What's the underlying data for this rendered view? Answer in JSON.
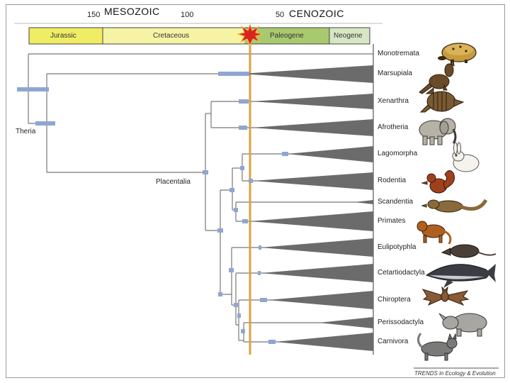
{
  "eras": [
    {
      "label": "MESOZOIC"
    },
    {
      "label": "CENOZOIC"
    }
  ],
  "ticks": [
    {
      "label": "150",
      "ma": 150
    },
    {
      "label": "100",
      "ma": 100
    },
    {
      "label": "50",
      "ma": 50
    }
  ],
  "periods": [
    {
      "label": "Jurassic",
      "color": "#f0ec64"
    },
    {
      "label": "Cretaceous",
      "color": "#f6f4a4"
    },
    {
      "label": "Paleogene",
      "color": "#a9c96e"
    },
    {
      "label": "Neogene",
      "color": "#d7e6c4"
    }
  ],
  "node_labels": {
    "theria": "Theria",
    "placentalia": "Placentalia"
  },
  "clades": [
    {
      "label": "Monotremata",
      "icon": "platypus-icon"
    },
    {
      "label": "Marsupiala",
      "icon": "kangaroo-icon"
    },
    {
      "label": "Xenarthra",
      "icon": "armadillo-icon"
    },
    {
      "label": "Afrotheria",
      "icon": "elephant-icon"
    },
    {
      "label": "Lagomorpha",
      "icon": "rabbit-icon"
    },
    {
      "label": "Rodentia",
      "icon": "squirrel-icon"
    },
    {
      "label": "Scandentia",
      "icon": "treeshrew-icon"
    },
    {
      "label": "Primates",
      "icon": "monkey-icon"
    },
    {
      "label": "Eulipotyphla",
      "icon": "shrew-icon"
    },
    {
      "label": "Cetartiodactyla",
      "icon": "whale-icon"
    },
    {
      "label": "Chiroptera",
      "icon": "bat-icon"
    },
    {
      "label": "Perissodactyla",
      "icon": "rhinoceros-icon"
    },
    {
      "label": "Carnivora",
      "icon": "cat-icon"
    }
  ],
  "kpg_boundary_icon": "star-burst-icon",
  "colors": {
    "kpg_line": "#d9a23c",
    "node_bar": "#8fa6d0",
    "wedge": "#6b6b6b",
    "branch": "#777777",
    "star": "#d8261f"
  },
  "credit": "TRENDS in Ecology & Evolution"
}
